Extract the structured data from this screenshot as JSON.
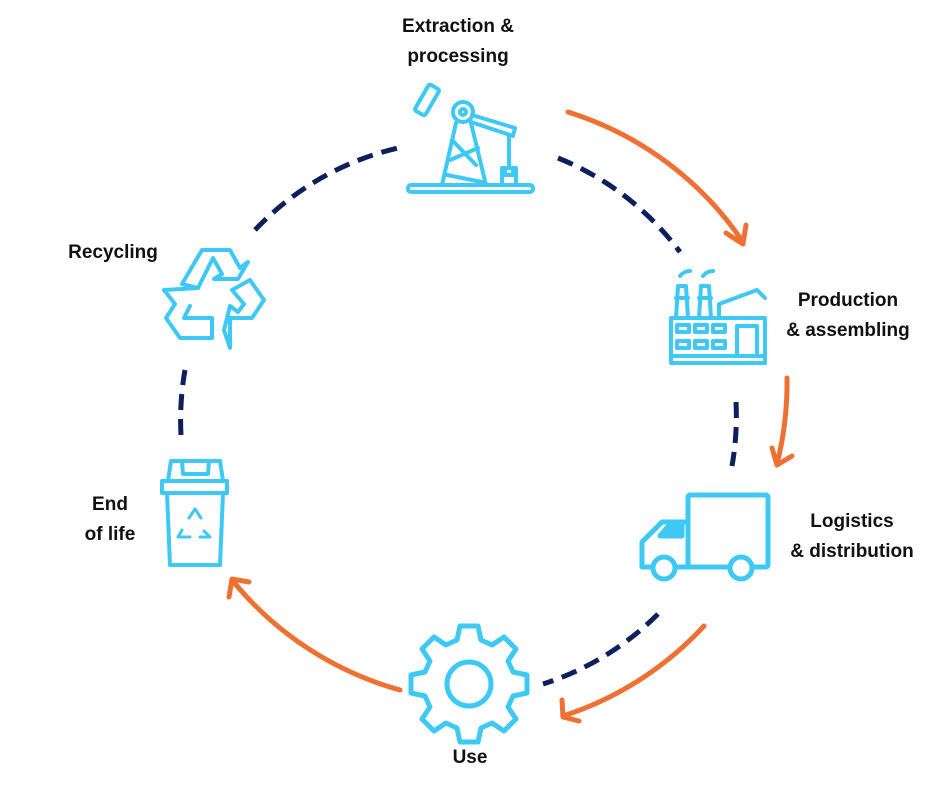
{
  "colors": {
    "icon": "#3ec8f4",
    "flow_arrow": "#ee7133",
    "dashed_loop": "#0d1f5c"
  },
  "stages": [
    {
      "id": "extraction",
      "lines": [
        "Extraction &",
        "processing"
      ],
      "icon": "oil-pump-icon"
    },
    {
      "id": "production",
      "lines": [
        "Production",
        "& assembling"
      ],
      "icon": "factory-icon"
    },
    {
      "id": "logistics",
      "lines": [
        "Logistics",
        "& distribution"
      ],
      "icon": "truck-icon"
    },
    {
      "id": "use",
      "lines": [
        "Use"
      ],
      "icon": "gear-icon"
    },
    {
      "id": "end_of_life",
      "lines": [
        "End",
        "of life"
      ],
      "icon": "recycle-bin-icon"
    },
    {
      "id": "recycling",
      "lines": [
        "Recycling"
      ],
      "icon": "recycle-icon"
    }
  ]
}
